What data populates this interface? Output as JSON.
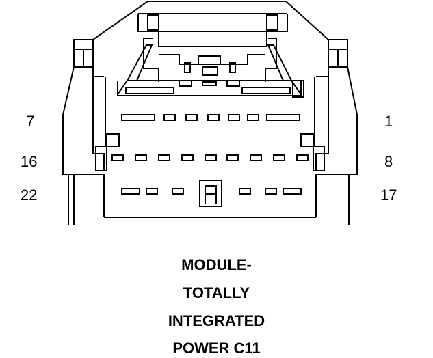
{
  "pin_labels": {
    "row1_left": "7",
    "row1_right": "1",
    "row2_left": "16",
    "row2_right": "8",
    "row3_left": "22",
    "row3_right": "17"
  },
  "caption": {
    "line1": "MODULE-",
    "line2": "TOTALLY",
    "line3": "INTEGRATED",
    "line4": "POWER C11"
  },
  "colors": {
    "stroke": "#000000",
    "background": "#ffffff"
  }
}
